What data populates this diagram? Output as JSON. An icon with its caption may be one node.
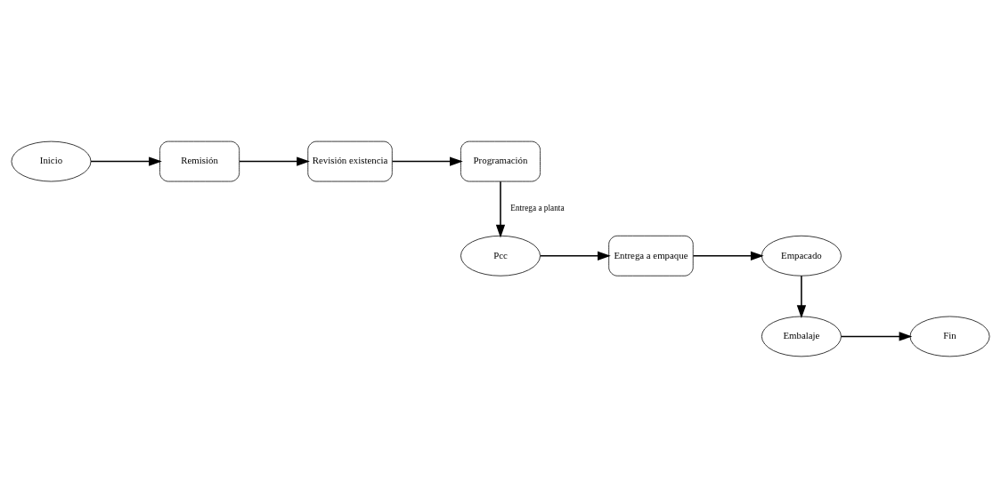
{
  "diagram": {
    "nodes": [
      {
        "text": [
          "Inicio"
        ]
      },
      {
        "text": [
          "Remisión"
        ]
      },
      {
        "text": [
          "Revisión existencia"
        ]
      },
      {
        "text": [
          "Programación"
        ]
      },
      {
        "text": [
          "Pcc"
        ]
      },
      {
        "text": [
          "Entrega a empaque"
        ]
      },
      {
        "text": [
          "Empacado"
        ]
      },
      {
        "text": [
          "Embalaje"
        ]
      },
      {
        "text": [
          "Fin"
        ]
      }
    ],
    "edges": [
      {
        "from": 0,
        "to": 1,
        "arrow": "to"
      },
      {
        "from": 1,
        "to": 2,
        "arrow": "to"
      },
      {
        "from": 2,
        "to": 3,
        "arrow": "to"
      },
      {
        "from": 3,
        "to": 4,
        "arrow": "to",
        "label": "Entrega a planta"
      },
      {
        "from": 4,
        "to": 5,
        "arrow": "to"
      },
      {
        "from": 5,
        "to": 6,
        "arrow": "to"
      },
      {
        "from": 6,
        "to": 7,
        "arrow": "to"
      },
      {
        "from": 7,
        "to": 8,
        "arrow": "to"
      }
    ]
  }
}
